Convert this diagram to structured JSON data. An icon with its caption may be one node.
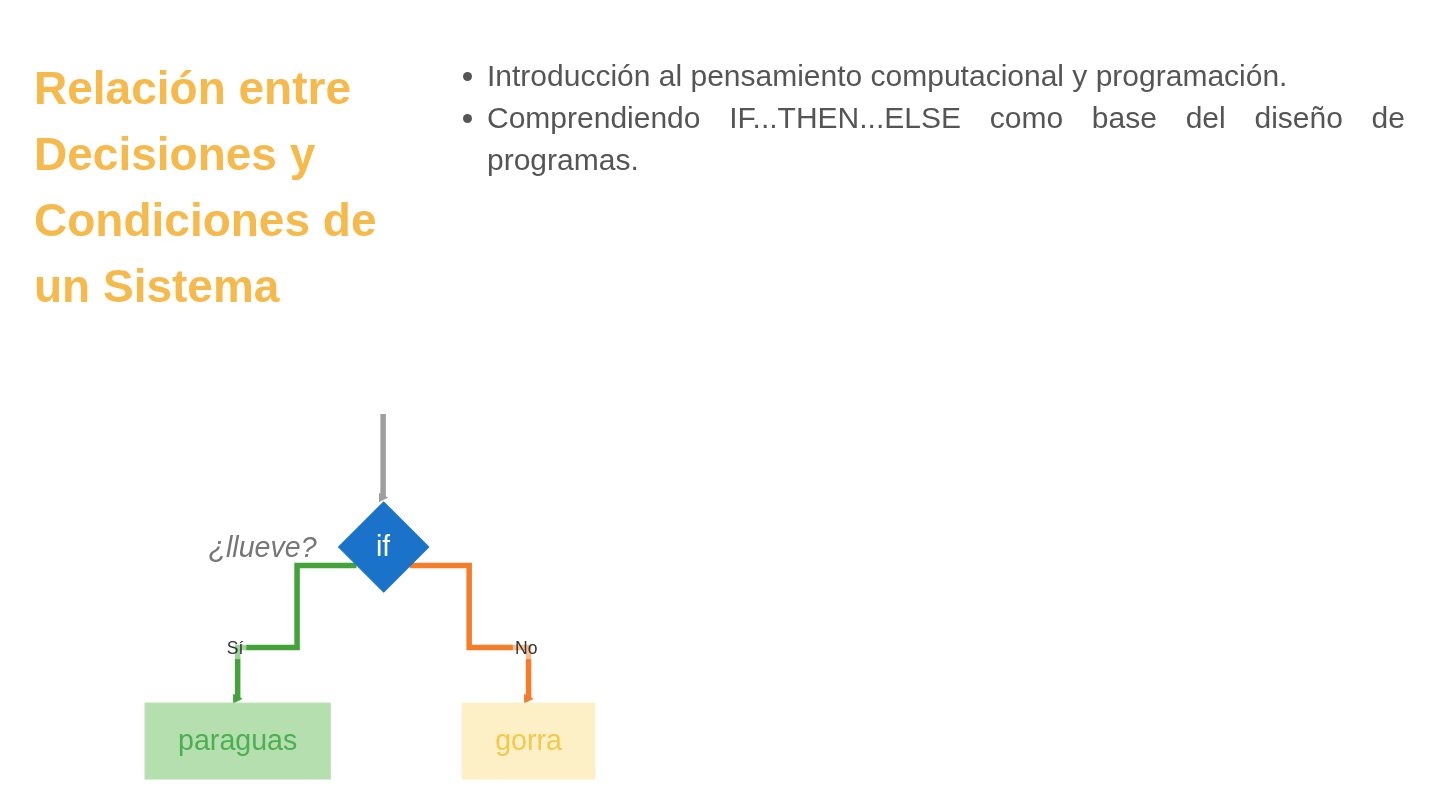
{
  "diagram": {
    "title": "Relación entre Decisiones y Condiciones de un Sistema",
    "nodes": [
      {
        "text": [
          "if"
        ],
        "beside": [
          "¿llueve?"
        ]
      },
      {
        "text": [
          "paraguas"
        ]
      },
      {
        "text": [
          "gorra"
        ]
      }
    ],
    "edges": [
      {
        "from": null,
        "to": 0,
        "arrow": "to",
        "color": "#9e9e9e"
      },
      {
        "from": 0,
        "to": 1,
        "arrow": "to",
        "label": "Sí",
        "color": "#43a33a"
      },
      {
        "from": 0,
        "to": 2,
        "arrow": "to",
        "label": "No",
        "color": "#f57c28"
      }
    ],
    "labels": [
      "Introducción al pensamiento computacional y programación.",
      "Comprendiendo IF...THEN...ELSE como base del diseño de programas."
    ]
  }
}
